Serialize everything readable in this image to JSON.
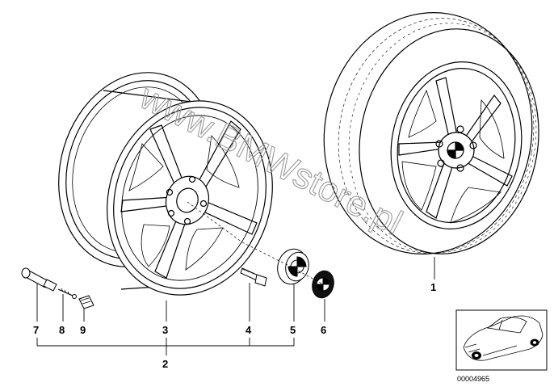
{
  "watermark": "www.BMWstore.pl",
  "reference_number": "00004965",
  "callouts": [
    {
      "id": "1",
      "label": "1"
    },
    {
      "id": "2",
      "label": "2"
    },
    {
      "id": "3",
      "label": "3"
    },
    {
      "id": "4",
      "label": "4"
    },
    {
      "id": "5",
      "label": "5"
    },
    {
      "id": "6",
      "label": "6"
    },
    {
      "id": "7",
      "label": "7"
    },
    {
      "id": "8",
      "label": "8"
    },
    {
      "id": "9",
      "label": "9"
    }
  ]
}
